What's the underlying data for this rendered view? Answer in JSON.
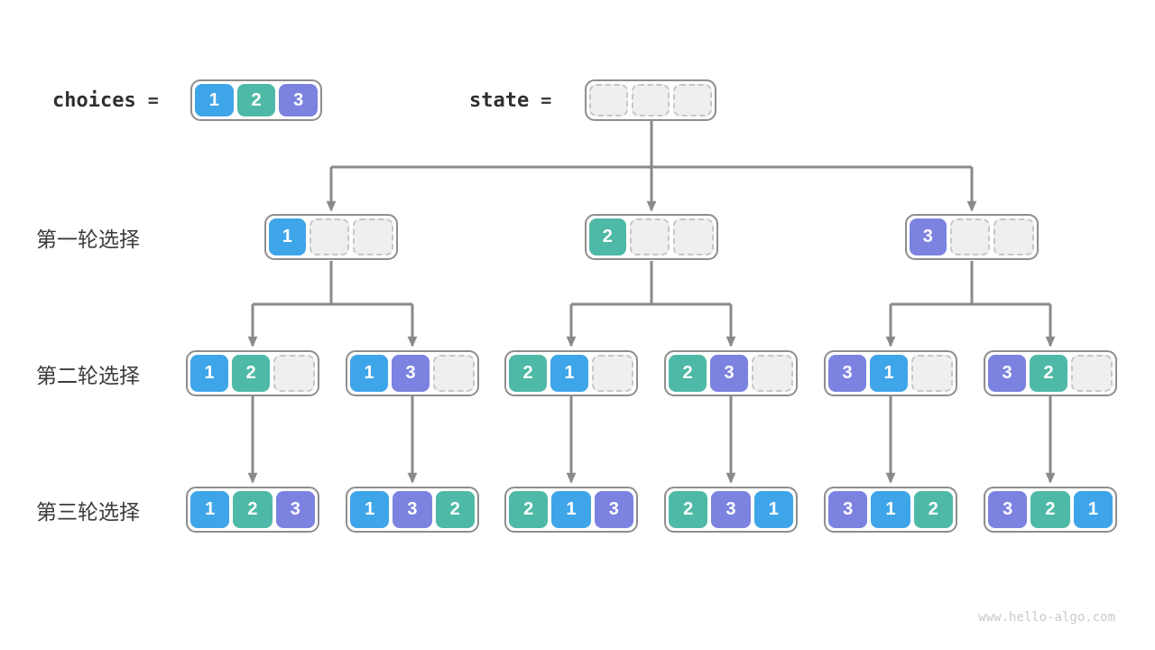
{
  "page": {
    "watermark": "www.hello-algo.com",
    "background": "#FFFFFF"
  },
  "legend": {
    "choices_label": "choices",
    "equals_sign": "=",
    "state_label": "state",
    "choices": [
      "1",
      "2",
      "3"
    ],
    "state_initial": [
      "",
      "",
      ""
    ]
  },
  "row_labels": [
    "第一轮选择",
    "第二轮选择",
    "第三轮选择"
  ],
  "tree": {
    "round1": [
      [
        "1",
        "",
        ""
      ],
      [
        "2",
        "",
        ""
      ],
      [
        "3",
        "",
        ""
      ]
    ],
    "round2": [
      [
        "1",
        "2",
        ""
      ],
      [
        "1",
        "3",
        ""
      ],
      [
        "2",
        "1",
        ""
      ],
      [
        "2",
        "3",
        ""
      ],
      [
        "3",
        "1",
        ""
      ],
      [
        "3",
        "2",
        ""
      ]
    ],
    "round3": [
      [
        "1",
        "2",
        "3"
      ],
      [
        "1",
        "3",
        "2"
      ],
      [
        "2",
        "1",
        "3"
      ],
      [
        "2",
        "3",
        "1"
      ],
      [
        "3",
        "1",
        "2"
      ],
      [
        "3",
        "2",
        "1"
      ]
    ]
  },
  "colors": {
    "choice_1": "#3FA5E9",
    "choice_2": "#4FB9A7",
    "choice_3": "#7B82DF",
    "empty_cell_fill": "#EFEFEF",
    "empty_cell_border": "#C6C6C6",
    "box_border": "#8E8E8E",
    "arrow": "#8A8A8A",
    "label_text": "#3C3C3C",
    "cell_text": "#FFFFFF",
    "watermark_text": "#C9C9C9"
  }
}
